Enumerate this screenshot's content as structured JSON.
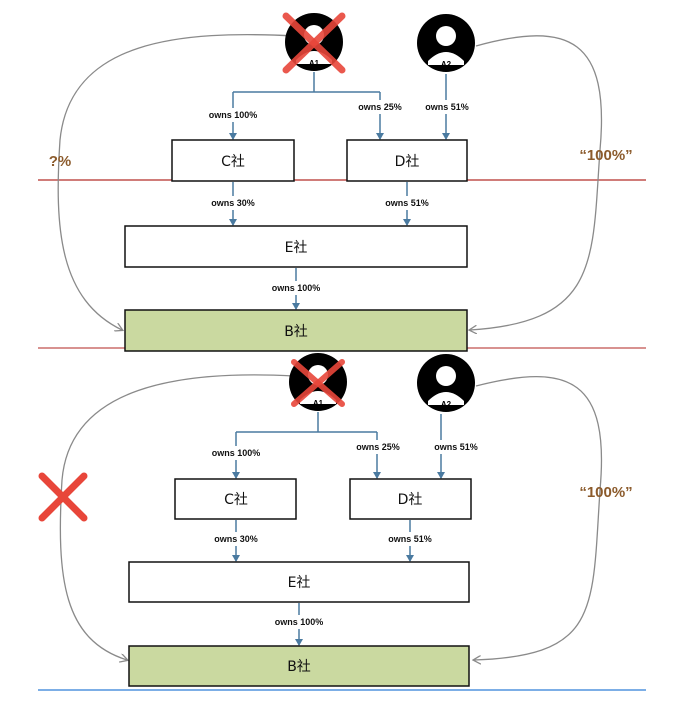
{
  "colors": {
    "box_fill": "#ffffff",
    "target_fill": "#cad9a0",
    "blue_arrow": "#4a7aa0",
    "gray_curve": "#8a8a8a",
    "red_line": "#c0504d",
    "blue_line": "#2f7ed8",
    "cross_red": "#e8463a",
    "brown_text": "#8b5a2b"
  },
  "top": {
    "person_a1": "A1",
    "person_a2": "A2",
    "company_c": "C社",
    "company_d": "D社",
    "company_e": "E社",
    "company_b": "B社",
    "edge_a1_c": "owns 100%",
    "edge_a1_d": "owns 25%",
    "edge_a2_d": "owns 51%",
    "edge_c_e": "owns 30%",
    "edge_d_e": "owns 51%",
    "edge_e_b": "owns 100%",
    "left_label": "?%",
    "right_label": "“100%”"
  },
  "bottom": {
    "person_a1": "A1",
    "person_a2": "A2",
    "company_c": "C社",
    "company_d": "D社",
    "company_e": "E社",
    "company_b": "B社",
    "edge_a1_c": "owns 100%",
    "edge_a1_d": "owns 25%",
    "edge_a2_d": "owns 51%",
    "edge_c_e": "owns 30%",
    "edge_d_e": "owns 51%",
    "edge_e_b": "owns 100%",
    "right_label": "“100%”"
  }
}
